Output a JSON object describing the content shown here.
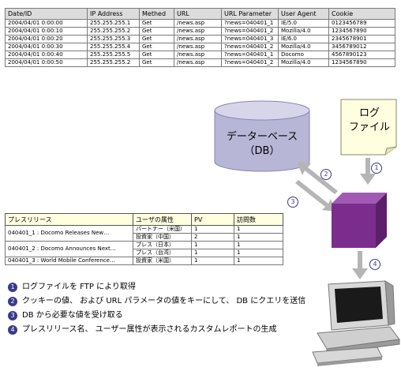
{
  "log_table": {
    "headers": [
      "Date/ID",
      "IP Address",
      "Methed",
      "URL",
      "URL Parameter",
      "User Agent",
      "Cookie"
    ],
    "rows": [
      [
        "2004/04/01 0:00:00",
        "255.255.255.1",
        "Get",
        "/news.asp",
        "?news=040401_1",
        "IE/5.0",
        "0123456789"
      ],
      [
        "2004/04/01 0:00:10",
        "255.255.255.2",
        "Get",
        "/news.asp",
        "?news=040401_2",
        "Mozilla/4.0",
        "1234567890"
      ],
      [
        "2004/04/01 0:00:20",
        "255.255.255.3",
        "Get",
        "/news.asp",
        "?news=040401_3",
        "IE/6.0",
        "2345678901"
      ],
      [
        "2004/04/01 0:00:30",
        "255.255.255.4",
        "Get",
        "/news.asp",
        "?news=040401_2",
        "Mozilla/4.0",
        "3456789012"
      ],
      [
        "2004/04/01 0:00:40",
        "255.255.255.5",
        "Get",
        "/news.asp",
        "?news=040401_1",
        "Docomo",
        "4567890123"
      ],
      [
        "2004/04/01 0:00:50",
        "255.255.255.2",
        "Get",
        "/news.asp",
        "?news=040401_2",
        "Mozilla/4.0",
        "1234567890"
      ]
    ]
  },
  "database": {
    "line1": "データーベース",
    "line2": "（DB）"
  },
  "log_file": {
    "line1": "ログ",
    "line2": "ファイル"
  },
  "steps": {
    "s1": "1",
    "s2": "2",
    "s3": "3",
    "s4": "4"
  },
  "report_table": {
    "headers": [
      "プレスリリース",
      "ユーザの属性",
      "PV",
      "訪問数"
    ],
    "groups": [
      {
        "release": "040401_1 : Docomo Releases New…",
        "rows": [
          [
            "パートナー（米国）",
            "1",
            "1"
          ],
          [
            "投資家（中国）",
            "2",
            "1"
          ]
        ]
      },
      {
        "release": "040401_2 : Docomo Announces Next…",
        "rows": [
          [
            "プレス（日本）",
            "1",
            "1"
          ],
          [
            "プレス（台湾）",
            "1",
            "1"
          ]
        ]
      },
      {
        "release": "040401_3 : World Mobile Conference…",
        "rows": [
          [
            "投資家（米国）",
            "1",
            "1"
          ]
        ]
      }
    ]
  },
  "legend": [
    {
      "num": "1",
      "text": "ログファイルを FTP により取得"
    },
    {
      "num": "2",
      "text": "クッキーの値、 および URL パラメータの値をキーにして、 DB にクエリを送信"
    },
    {
      "num": "3",
      "text": "DB から必要な値を受け取る"
    },
    {
      "num": "4",
      "text": "プレスリリース名、 ユーザー属性が表示されるカスタムレポートの生成"
    }
  ],
  "colors": {
    "cube": "#7b2d8e",
    "db": "#b8b6d6",
    "arrow": "#b5b5b5",
    "note": "#ffffe0",
    "badge": "#3b3a8a"
  }
}
